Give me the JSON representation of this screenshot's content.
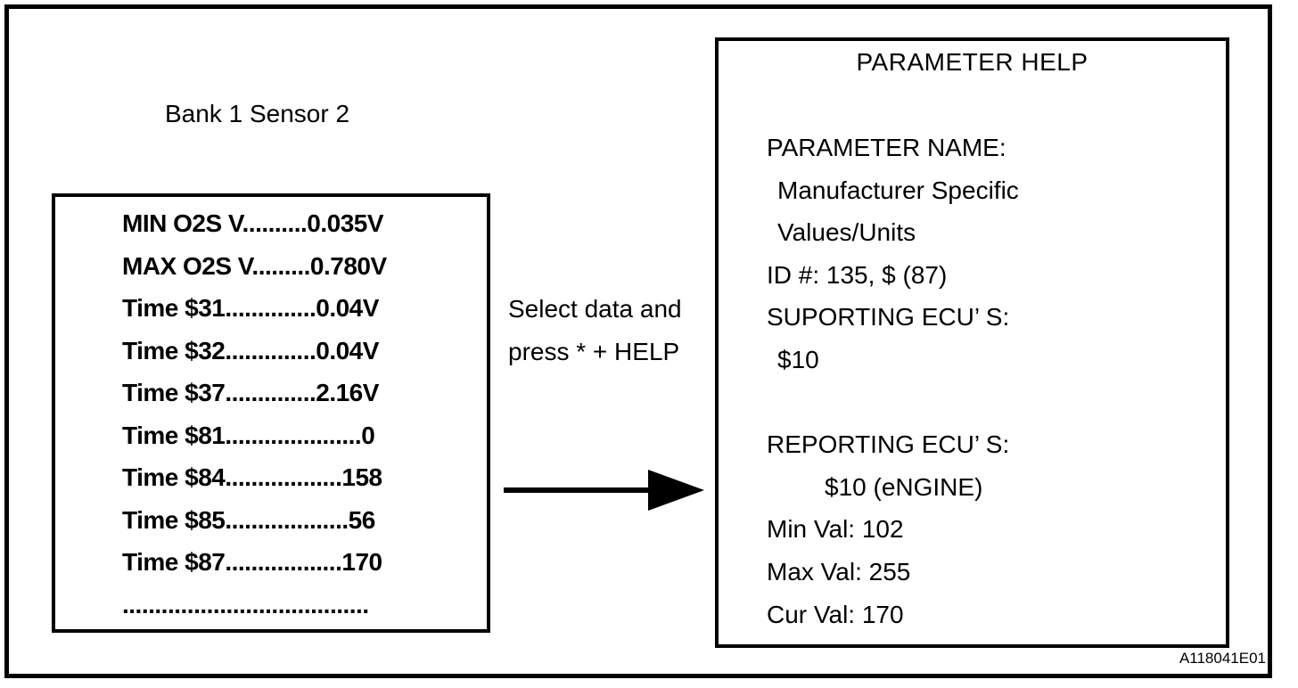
{
  "colors": {
    "ink": "#000000",
    "background": "#ffffff"
  },
  "diagram": {
    "figure_code": "A118041E01",
    "scan_tool_screen": {
      "heading": "Bank 1 Sensor 2",
      "lines": [
        "MIN O2S V..........0.035V",
        "MAX O2S V.........0.780V",
        "Time $31..............0.04V",
        "Time $32..............0.04V",
        "Time $37..............2.16V",
        "Time $81.....................0",
        "Time $84..................158",
        "Time $85...................56",
        "Time $87..................170",
        "......................................"
      ]
    },
    "instruction": {
      "line1": "Select data and",
      "line2": "press * + HELP"
    },
    "arrow": {
      "name": "right-arrow",
      "direction": "right"
    },
    "parameter_help_screen": {
      "title": "PARAMETER HELP",
      "lines": [
        {
          "text": "PARAMETER NAME:",
          "indent": 0
        },
        {
          "text": "Manufacturer Specific",
          "indent": 1
        },
        {
          "text": "Values/Units",
          "indent": 1
        },
        {
          "text": "ID #: 135, $ (87)",
          "indent": 0
        },
        {
          "text": "SUPORTING ECU’ S:",
          "indent": 0
        },
        {
          "text": "$10",
          "indent": 1
        },
        {
          "text": "",
          "indent": 0
        },
        {
          "text": "REPORTING ECU’ S:",
          "indent": 0
        },
        {
          "text": "$10 (eNGINE)",
          "indent": 2
        },
        {
          "text": "Min Val: 102",
          "indent": 0
        },
        {
          "text": "Max Val: 255",
          "indent": 0
        },
        {
          "text": "Cur Val: 170",
          "indent": 0
        }
      ]
    }
  }
}
